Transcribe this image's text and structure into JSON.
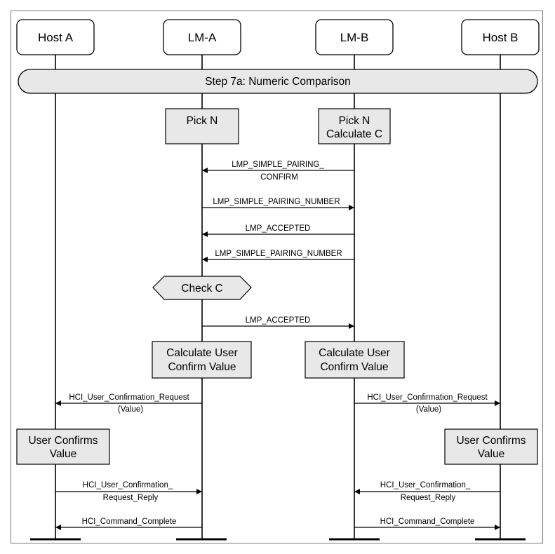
{
  "entities": [
    {
      "id": "host-a",
      "label": "Host A"
    },
    {
      "id": "lm-a",
      "label": "LM-A"
    },
    {
      "id": "lm-b",
      "label": "LM-B"
    },
    {
      "id": "host-b",
      "label": "Host B"
    }
  ],
  "step": {
    "label": "Step 7a: Numeric Comparison"
  },
  "boxes": [
    {
      "id": "pick-n-a",
      "lines": [
        "Pick N"
      ]
    },
    {
      "id": "pick-n-calc-c-b",
      "lines": [
        "Pick N",
        "Calculate C"
      ]
    },
    {
      "id": "check-c",
      "lines": [
        "Check C"
      ]
    },
    {
      "id": "calc-user-confirm-a",
      "lines": [
        "Calculate User",
        "Confirm Value"
      ]
    },
    {
      "id": "calc-user-confirm-b",
      "lines": [
        "Calculate User",
        "Confirm Value"
      ]
    },
    {
      "id": "user-confirms-a",
      "lines": [
        "User Confirms",
        "Value"
      ]
    },
    {
      "id": "user-confirms-b",
      "lines": [
        "User Confirms",
        "Value"
      ]
    }
  ],
  "messages": [
    {
      "id": "lmp-sp-confirm",
      "from": "LM-B",
      "to": "LM-A",
      "lines": [
        "LMP_SIMPLE_PAIRING_",
        "CONFIRM"
      ]
    },
    {
      "id": "lmp-sp-number-1",
      "from": "LM-A",
      "to": "LM-B",
      "lines": [
        "LMP_SIMPLE_PAIRING_NUMBER"
      ]
    },
    {
      "id": "lmp-accepted-1",
      "from": "LM-B",
      "to": "LM-A",
      "lines": [
        "LMP_ACCEPTED"
      ]
    },
    {
      "id": "lmp-sp-number-2",
      "from": "LM-B",
      "to": "LM-A",
      "lines": [
        "LMP_SIMPLE_PAIRING_NUMBER"
      ]
    },
    {
      "id": "lmp-accepted-2",
      "from": "LM-A",
      "to": "LM-B",
      "lines": [
        "LMP_ACCEPTED"
      ]
    },
    {
      "id": "hci-ucr-a",
      "from": "LM-A",
      "to": "Host A",
      "lines": [
        "HCI_User_Confirmation_Request",
        "(Value)"
      ]
    },
    {
      "id": "hci-ucr-b",
      "from": "LM-B",
      "to": "Host B",
      "lines": [
        "HCI_User_Confirmation_Request",
        "(Value)"
      ]
    },
    {
      "id": "hci-ucrr-a",
      "from": "Host A",
      "to": "LM-A",
      "lines": [
        "HCI_User_Confirmation_",
        "Request_Reply"
      ]
    },
    {
      "id": "hci-ucrr-b",
      "from": "Host B",
      "to": "LM-B",
      "lines": [
        "HCI_User_Confirmation_",
        "Request_Reply"
      ]
    },
    {
      "id": "hci-cc-a",
      "from": "LM-A",
      "to": "Host A",
      "lines": [
        "HCI_Command_Complete"
      ]
    },
    {
      "id": "hci-cc-b",
      "from": "LM-B",
      "to": "Host B",
      "lines": [
        "HCI_Command_Complete"
      ]
    }
  ]
}
